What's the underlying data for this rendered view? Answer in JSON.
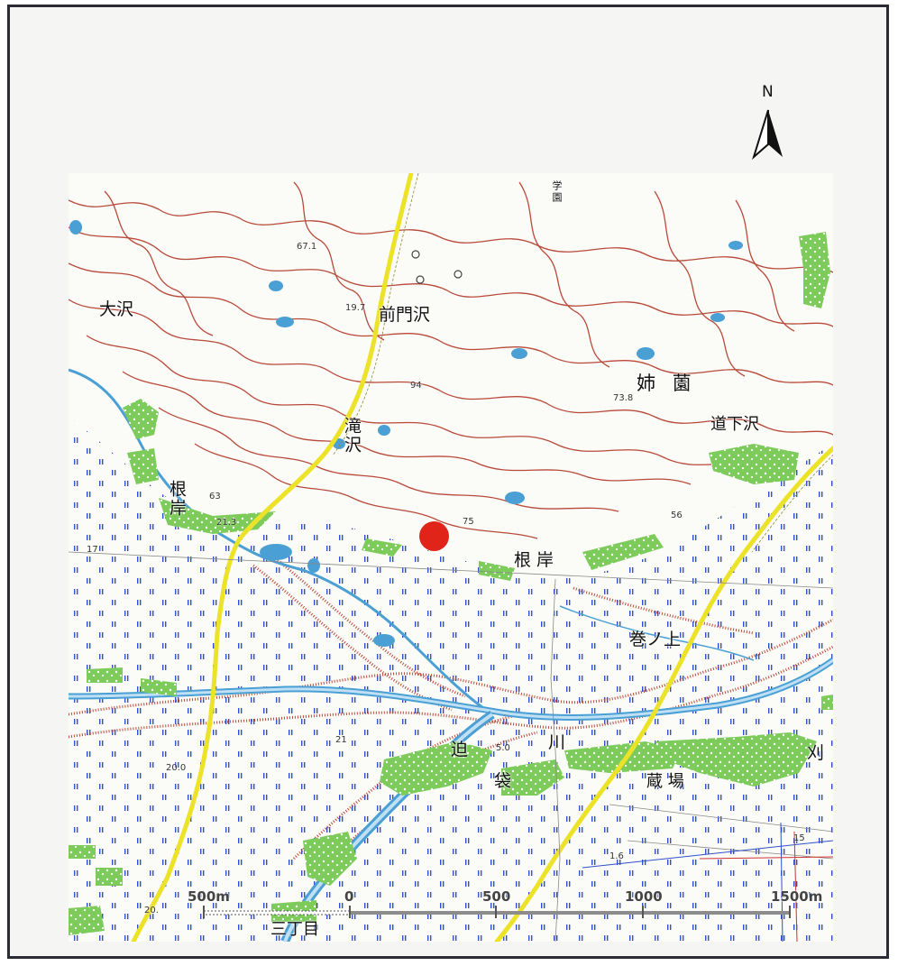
{
  "north": {
    "label": "N",
    "icon": "north-arrow-icon"
  },
  "colors": {
    "contour": "#b84a3a",
    "road": "#ece228",
    "water": "#4a9fd4",
    "forest": "#7dcc5b",
    "marker": "#e0241a",
    "paddy": "#2f50c8"
  },
  "place_names": {
    "osawa": "大沢",
    "zenmonzawa": "前門沢",
    "anezono": "姉 薗",
    "dogesawa": "道下沢",
    "takizawa": "滝沢",
    "negishi_west": "根岸",
    "negishi_east": "根 岸",
    "makigami": "巻ノ上",
    "sako": "迫",
    "fukuro": "袋",
    "kawa": "川",
    "kuraba": "蔵 場",
    "kari": "刈",
    "sanchome": "三丁目",
    "gakuen": "学園"
  },
  "elevations": [
    "67.1",
    "19.7",
    "94",
    "73.8",
    "63",
    "21.3",
    "75",
    "56",
    "17",
    "20.0",
    "21",
    "5.0",
    "20.",
    "1.6",
    "15"
  ],
  "scale_bar": {
    "labels": [
      "500m",
      "0",
      "500",
      "1000",
      "1500m"
    ],
    "unit": "m"
  },
  "site_marker": {
    "icon": "site-marker-icon"
  }
}
